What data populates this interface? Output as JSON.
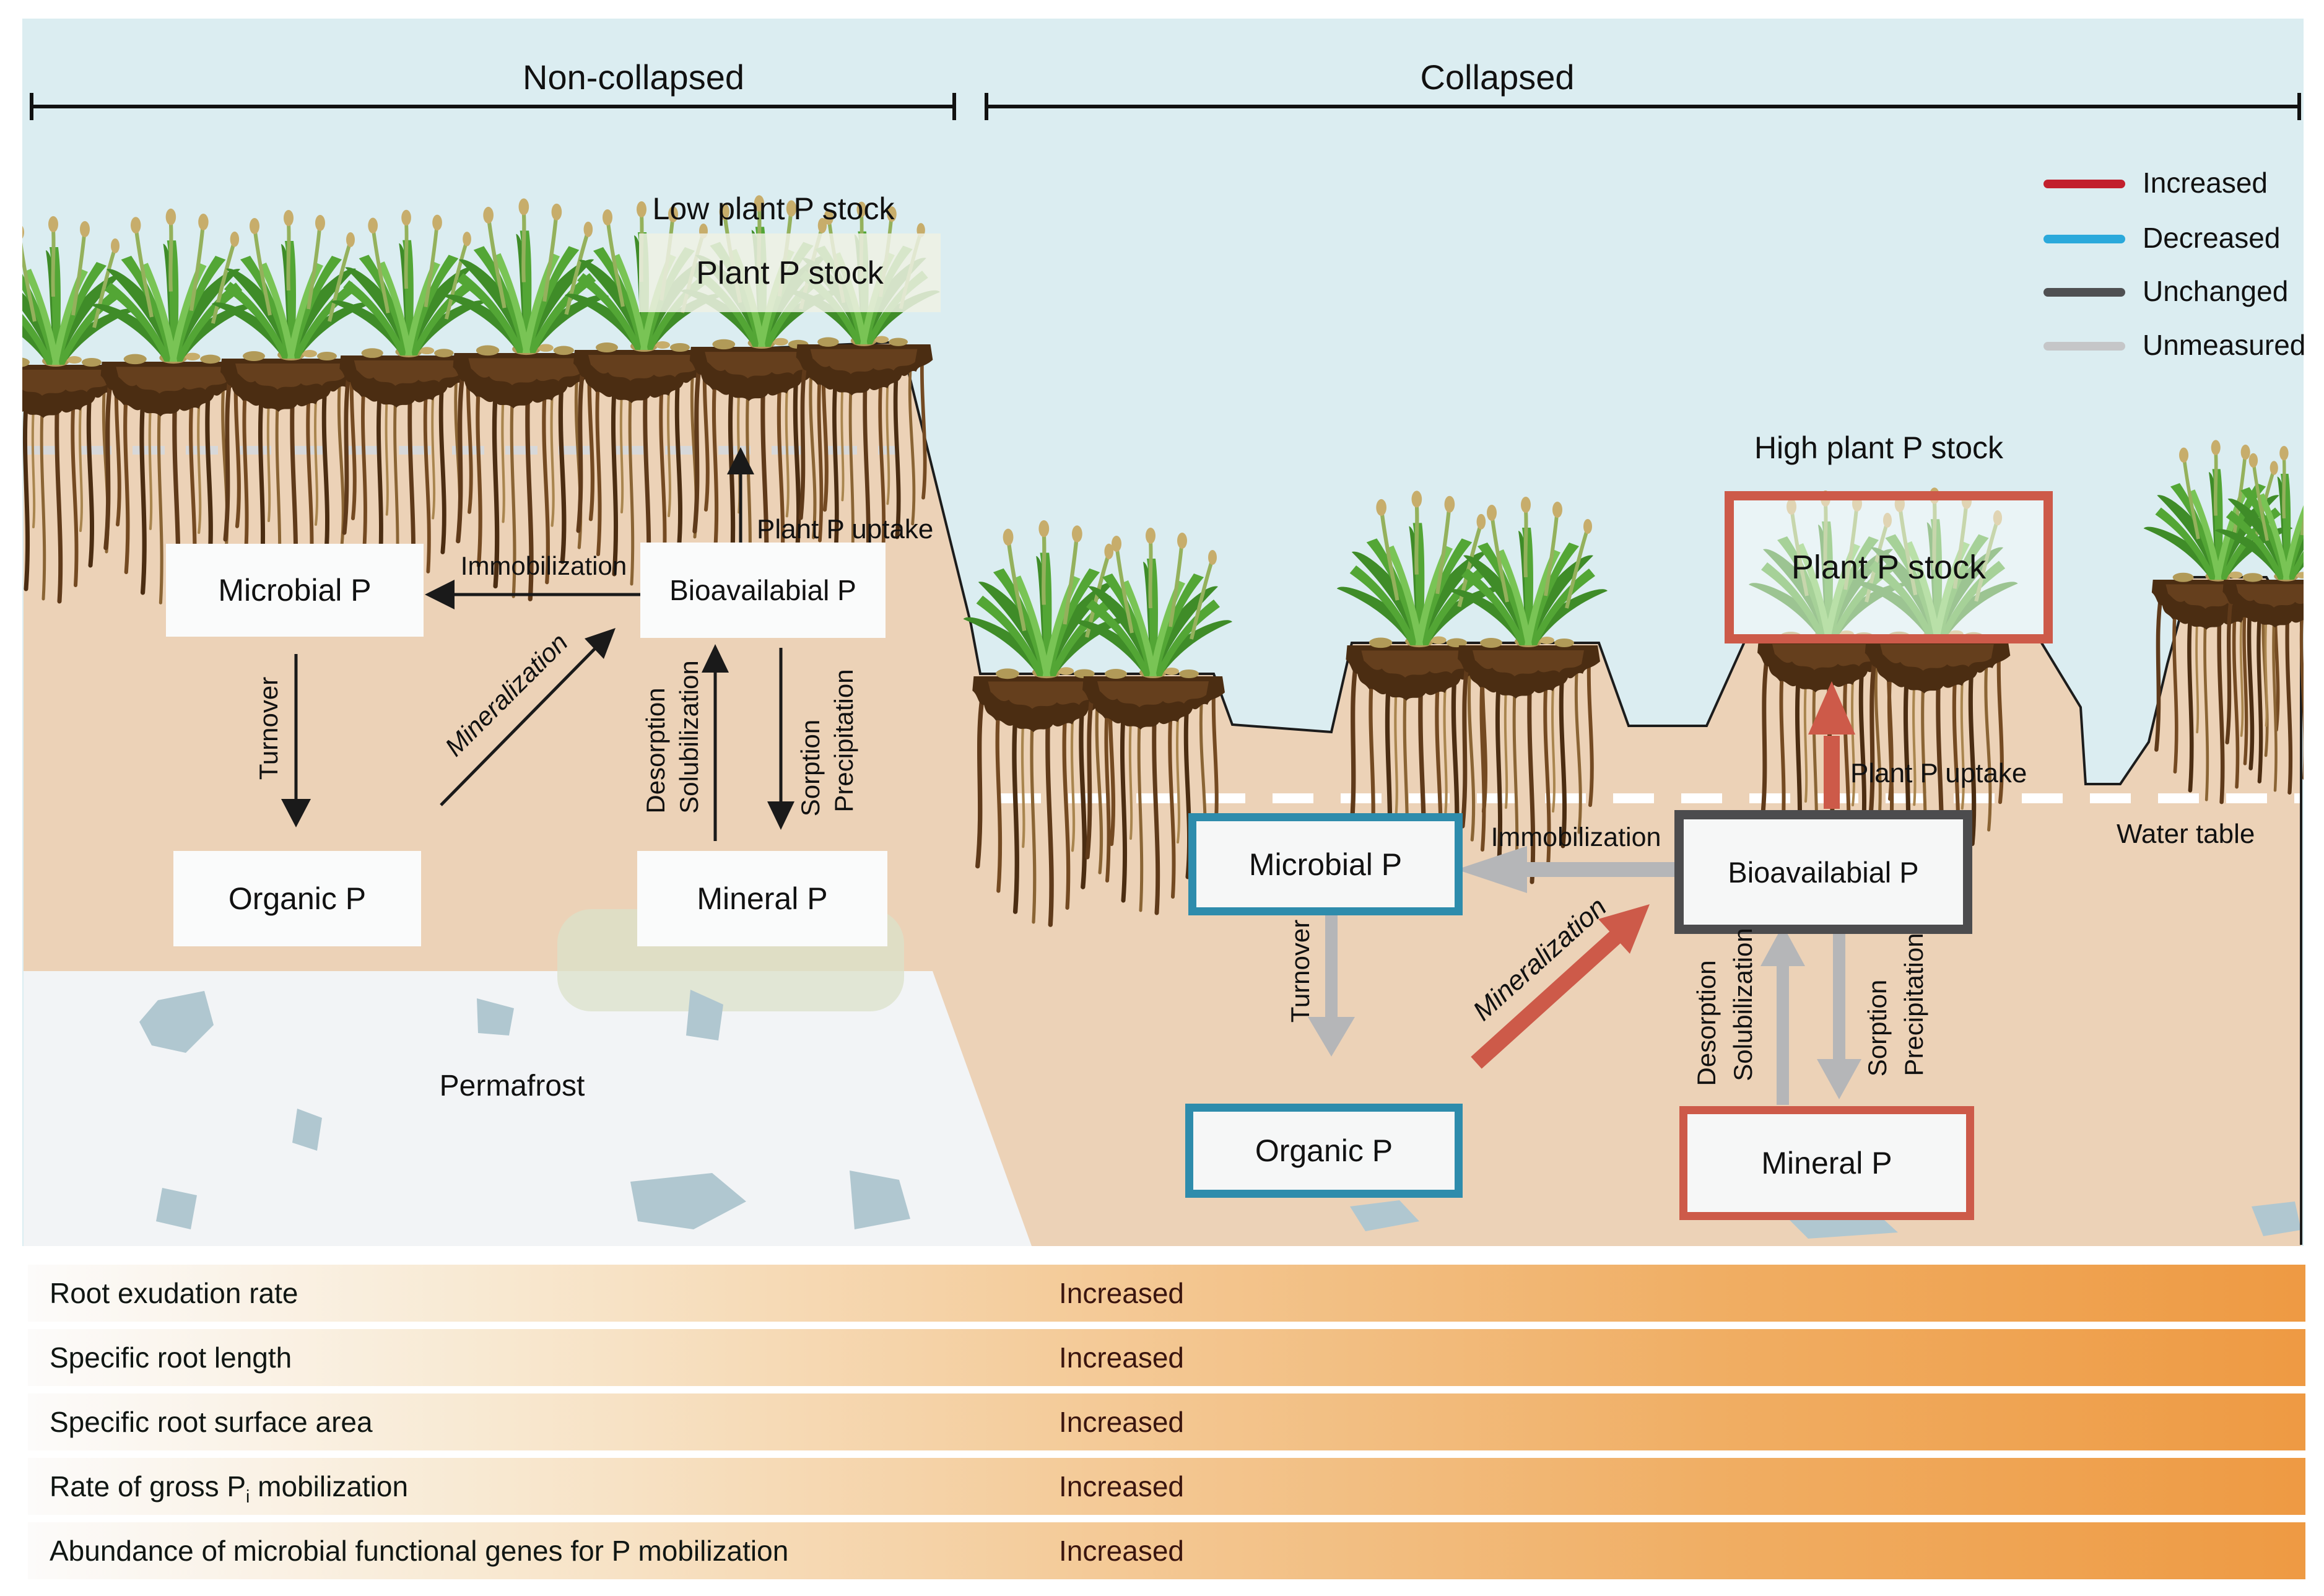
{
  "figure": {
    "sections": {
      "left": "Non-collapsed",
      "right": "Collapsed"
    },
    "legend": [
      {
        "label": "Increased",
        "color": "#c2202e"
      },
      {
        "label": "Decreased",
        "color": "#2aa9db"
      },
      {
        "label": "Unchanged",
        "color": "#4f5052"
      },
      {
        "label": "Unmeasured",
        "color": "#c5c6c8"
      }
    ],
    "left_panel": {
      "caption": "Low plant P stock",
      "plant_box": "Plant P stock",
      "uptake": "Plant P uptake",
      "permafrost": "Permafrost",
      "pools": {
        "microbial": "Microbial P",
        "bioavailable": "Bioavailabial P",
        "organic": "Organic P",
        "mineral": "Mineral P"
      },
      "fluxes": {
        "immobilization": "Immobilization",
        "turnover": "Turnover",
        "mineralization": "Mineralization",
        "desorption": "Desorption",
        "solubilization": "Solubilization",
        "sorption": "Sorption",
        "precipitation": "Precipitation"
      }
    },
    "right_panel": {
      "caption": "High plant P stock",
      "plant_box": "Plant P stock",
      "uptake": "Plant P uptake",
      "water_table": "Water table",
      "pools": {
        "microbial": "Microbial P",
        "bioavailable": "Bioavailabial P",
        "organic": "Organic P",
        "mineral": "Mineral P"
      },
      "fluxes": {
        "immobilization": "Immobilization",
        "turnover": "Turnover",
        "mineralization": "Mineralization",
        "desorption": "Desorption",
        "solubilization": "Solubilization",
        "sorption": "Sorption",
        "precipitation": "Precipitation"
      }
    },
    "measurements": [
      {
        "label_pre": "Root exudation rate",
        "label_sub": "",
        "label_post": "",
        "value": "Increased"
      },
      {
        "label_pre": "Specific root length",
        "label_sub": "",
        "label_post": "",
        "value": "Increased"
      },
      {
        "label_pre": "Specific root surface area",
        "label_sub": "",
        "label_post": "",
        "value": "Increased"
      },
      {
        "label_pre": "Rate of gross P",
        "label_sub": "i",
        "label_post": " mobilization",
        "value": "Increased"
      },
      {
        "label_pre": "Abundance of microbial functional genes for P mobilization",
        "label_sub": "",
        "label_post": "",
        "value": "Increased"
      }
    ],
    "colors": {
      "sky": "#dbedf1",
      "soil": "#ecd2b7",
      "permafrost": "#f2f4f6",
      "ice": "#b0c7d0",
      "increased_red": "#c2202e",
      "decreased_blue": "#2aa9db",
      "unchanged_gray": "#4f5052",
      "unmeasured_gray": "#c5c6c8",
      "box_border_blue": "#2e8cac",
      "box_border_red": "#cd5a49",
      "box_border_dark": "#4c4c4e",
      "gray_arrow": "#b5b6b8",
      "value_text": "#3a150f"
    }
  }
}
